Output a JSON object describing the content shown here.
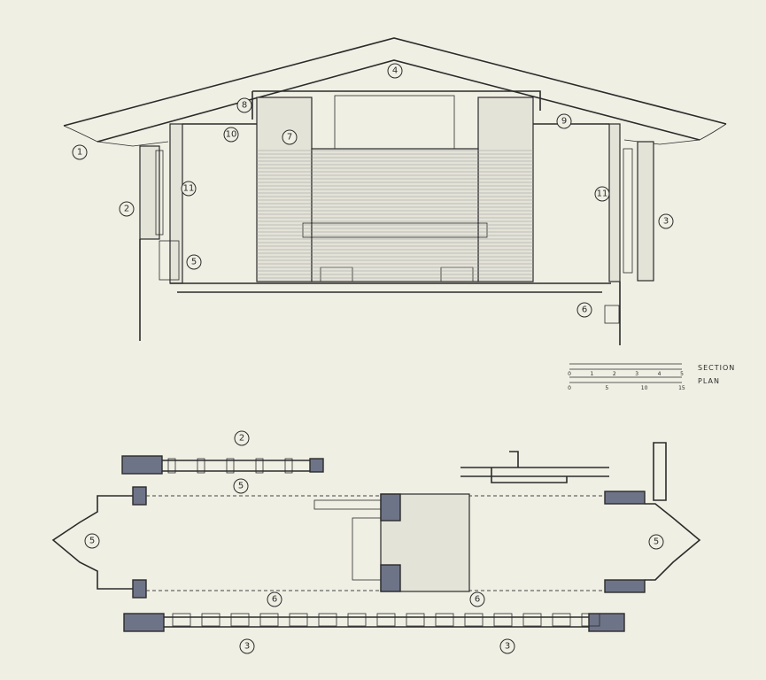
{
  "section_callouts": [
    {
      "id": "c1",
      "label": "1"
    },
    {
      "id": "c2",
      "label": "2"
    },
    {
      "id": "c3",
      "label": "3"
    },
    {
      "id": "c4",
      "label": "4"
    },
    {
      "id": "c5",
      "label": "5"
    },
    {
      "id": "c6",
      "label": "6"
    },
    {
      "id": "c7",
      "label": "7"
    },
    {
      "id": "c8",
      "label": "8"
    },
    {
      "id": "c9",
      "label": "9"
    },
    {
      "id": "c10",
      "label": "10"
    },
    {
      "id": "c11a",
      "label": "11"
    },
    {
      "id": "c11b",
      "label": "11"
    }
  ],
  "plan_callouts": [
    {
      "id": "p2",
      "label": "2"
    },
    {
      "id": "p5a",
      "label": "5"
    },
    {
      "id": "p5b",
      "label": "5"
    },
    {
      "id": "p5c",
      "label": "5"
    },
    {
      "id": "p6a",
      "label": "6"
    },
    {
      "id": "p6b",
      "label": "6"
    },
    {
      "id": "p3a",
      "label": "3"
    },
    {
      "id": "p3b",
      "label": "3"
    }
  ],
  "scale": {
    "section_label": "SECTION",
    "plan_label": "PLAN",
    "section_ticks": [
      "0",
      "1",
      "2",
      "3",
      "4",
      "5"
    ],
    "plan_ticks": [
      "0",
      "5",
      "10",
      "15"
    ]
  },
  "colors": {
    "paper": "#f0efe4",
    "ink": "#2b2b2b",
    "hatch": "#6e7488"
  }
}
